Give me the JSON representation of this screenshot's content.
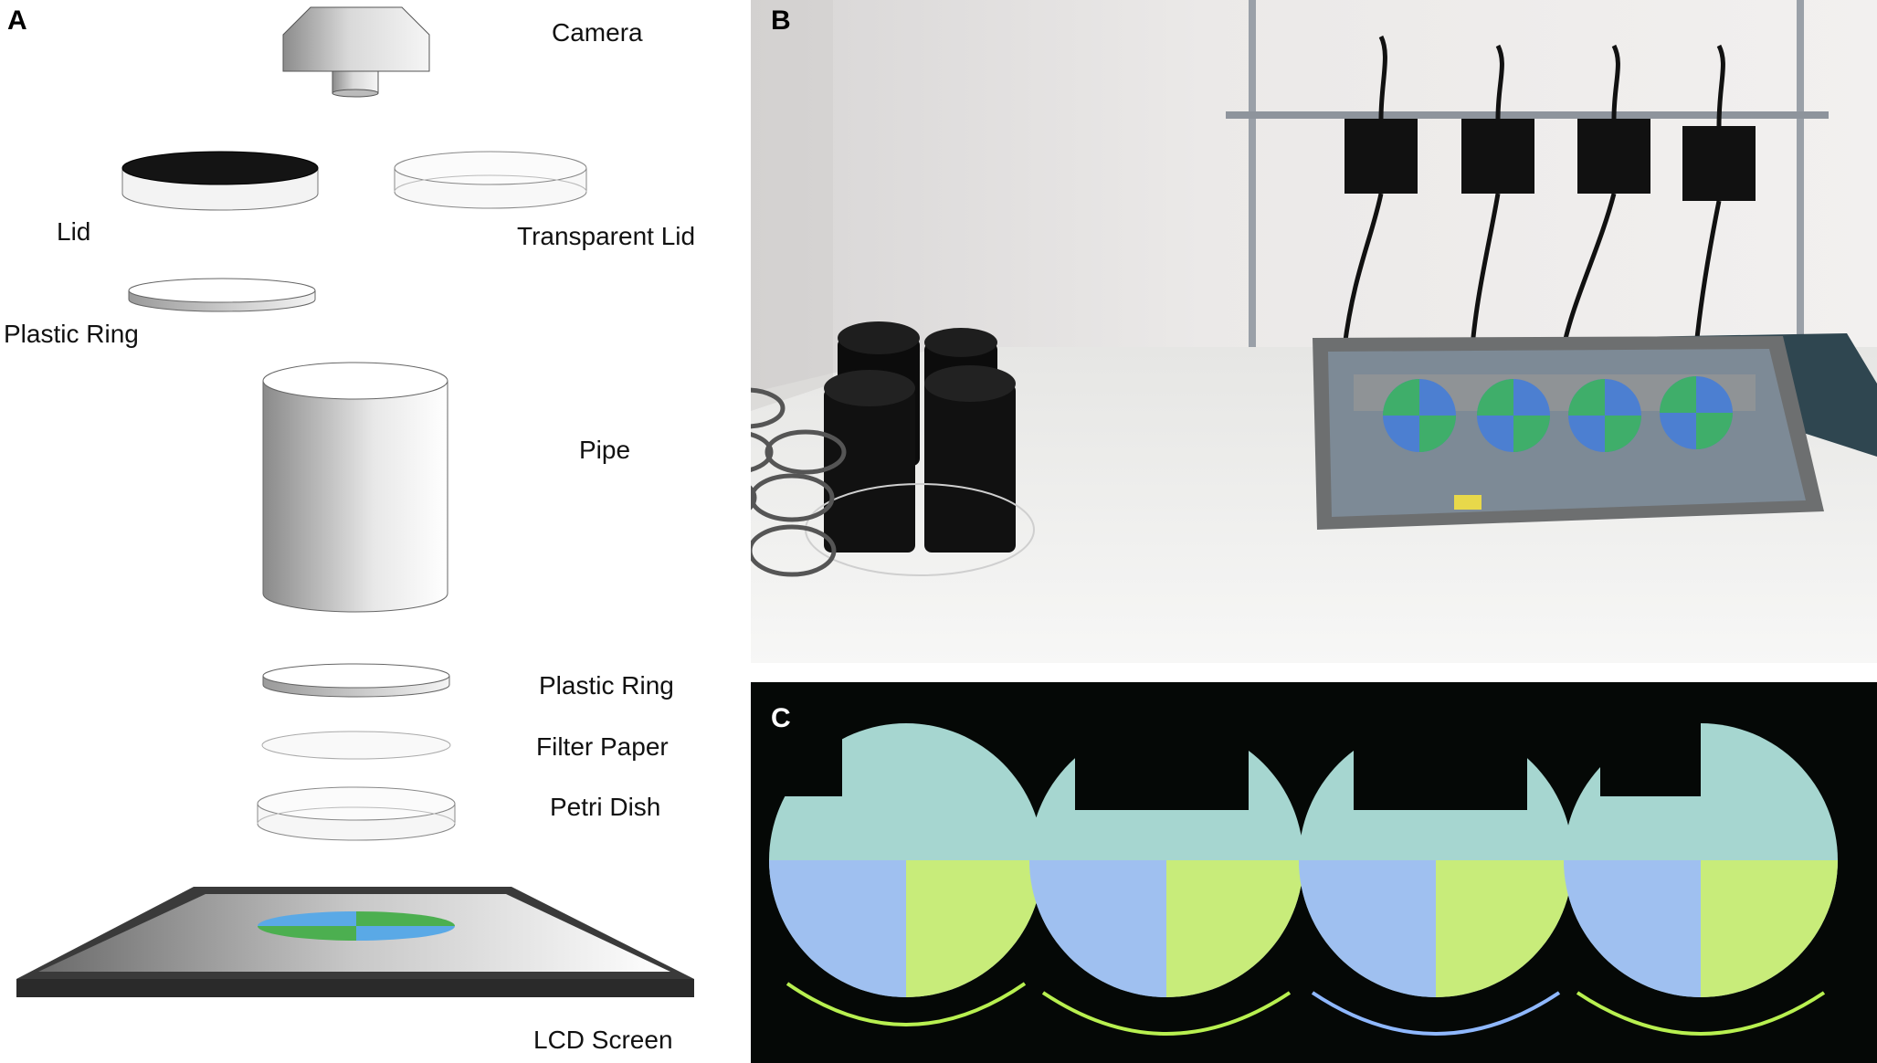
{
  "panels": {
    "a": {
      "label": "A",
      "components": {
        "camera": "Camera",
        "lid": "Lid",
        "transparent_lid": "Transparent Lid",
        "plastic_ring_top": "Plastic Ring",
        "pipe": "Pipe",
        "plastic_ring_bottom": "Plastic Ring",
        "filter_paper": "Filter Paper",
        "petri_dish": "Petri Dish",
        "lcd_screen": "LCD Screen"
      }
    },
    "b": {
      "label": "B"
    },
    "c": {
      "label": "C"
    }
  },
  "colors": {
    "quadrant_green": "#4caf50",
    "quadrant_blue": "#5aa9e6",
    "photo_b_wall": "#eceaea",
    "photo_c_bg": "#050806",
    "glow_green": "#b8f050",
    "glow_blue": "#8fb8ff"
  }
}
